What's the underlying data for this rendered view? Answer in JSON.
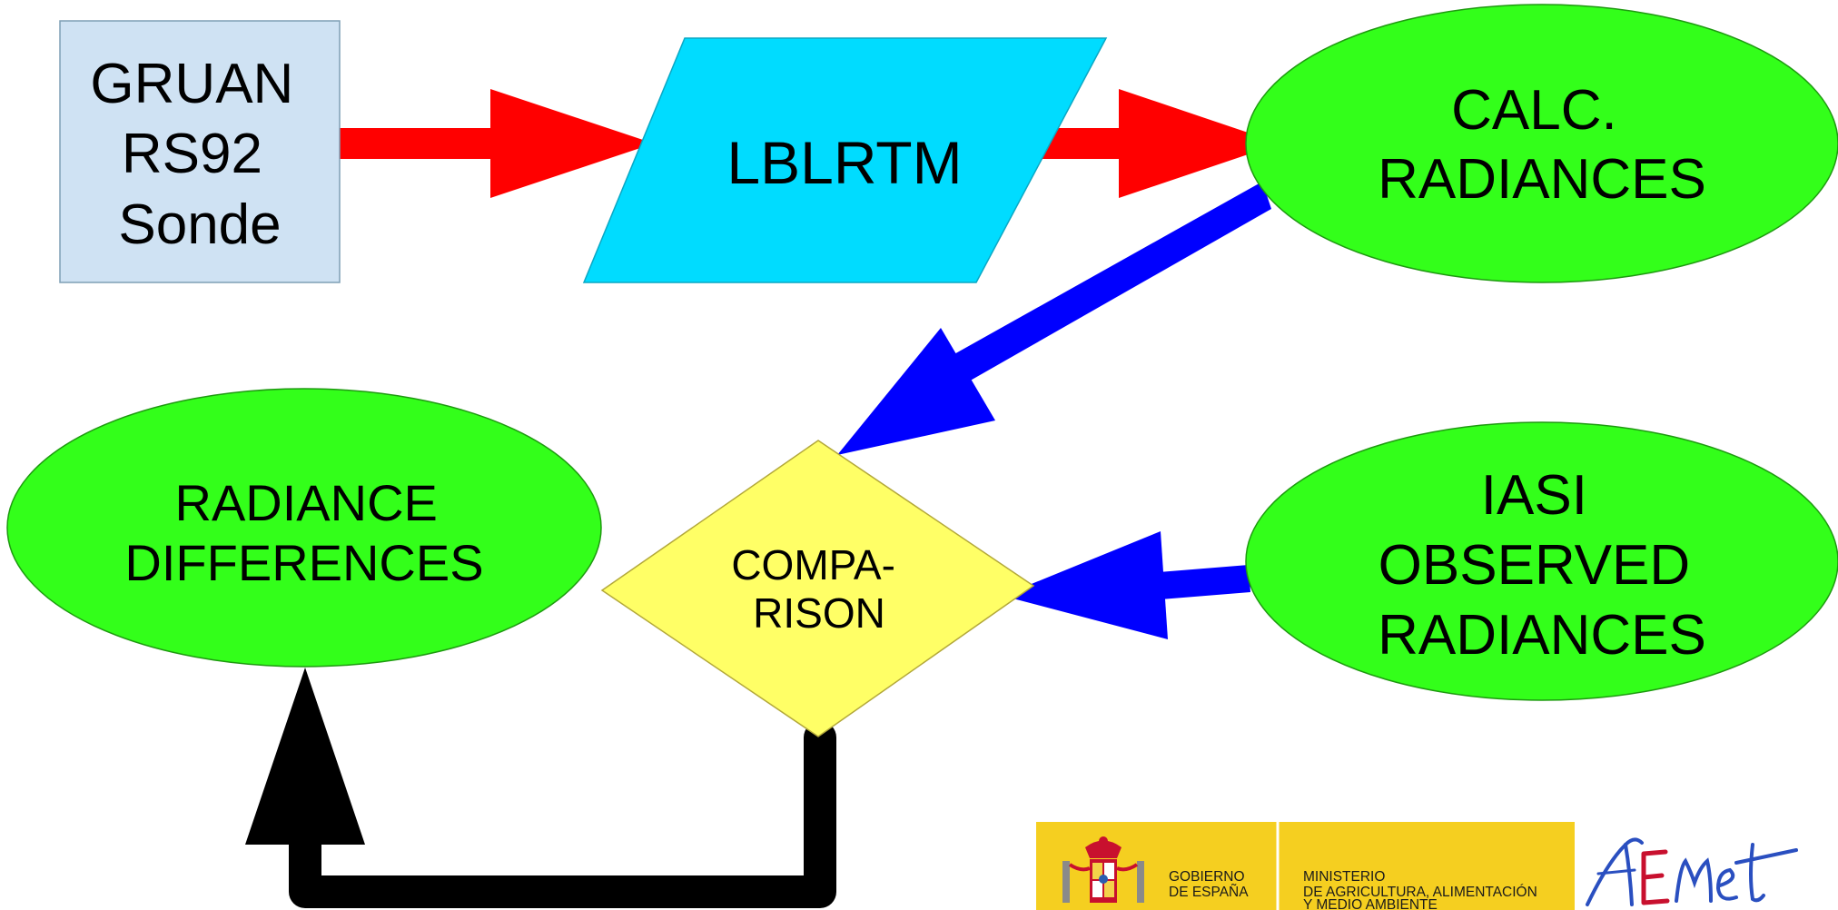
{
  "nodes": {
    "gruan": {
      "lines": [
        "GRUAN",
        "RS92",
        "Sonde"
      ],
      "fill": "#cfe2f3"
    },
    "lblrtm": {
      "label": "LBLRTM",
      "fill": "#00dcff"
    },
    "calc": {
      "lines": [
        "CALC.",
        "RADIANCES"
      ],
      "fill": "#33ff1a"
    },
    "comparison": {
      "lines": [
        "COMPA-",
        "RISON"
      ],
      "fill": "#ffff66"
    },
    "differences": {
      "lines": [
        "RADIANCE",
        "DIFFERENCES"
      ],
      "fill": "#33ff1a"
    },
    "iasi": {
      "lines": [
        "IASI",
        "OBSERVED",
        "RADIANCES"
      ],
      "fill": "#33ff1a"
    }
  },
  "arrows": {
    "red": "#ff0000",
    "blue": "#0000ff",
    "black": "#000000"
  },
  "logos": {
    "gobierno": [
      "GOBIERNO",
      "DE ESPAÑA"
    ],
    "ministerio": [
      "MINISTERIO",
      "DE AGRICULTURA, ALIMENTACIÓN",
      "Y MEDIO AMBIENTE"
    ],
    "panel_color": "#f5cf20",
    "aemet": "AEMet"
  }
}
